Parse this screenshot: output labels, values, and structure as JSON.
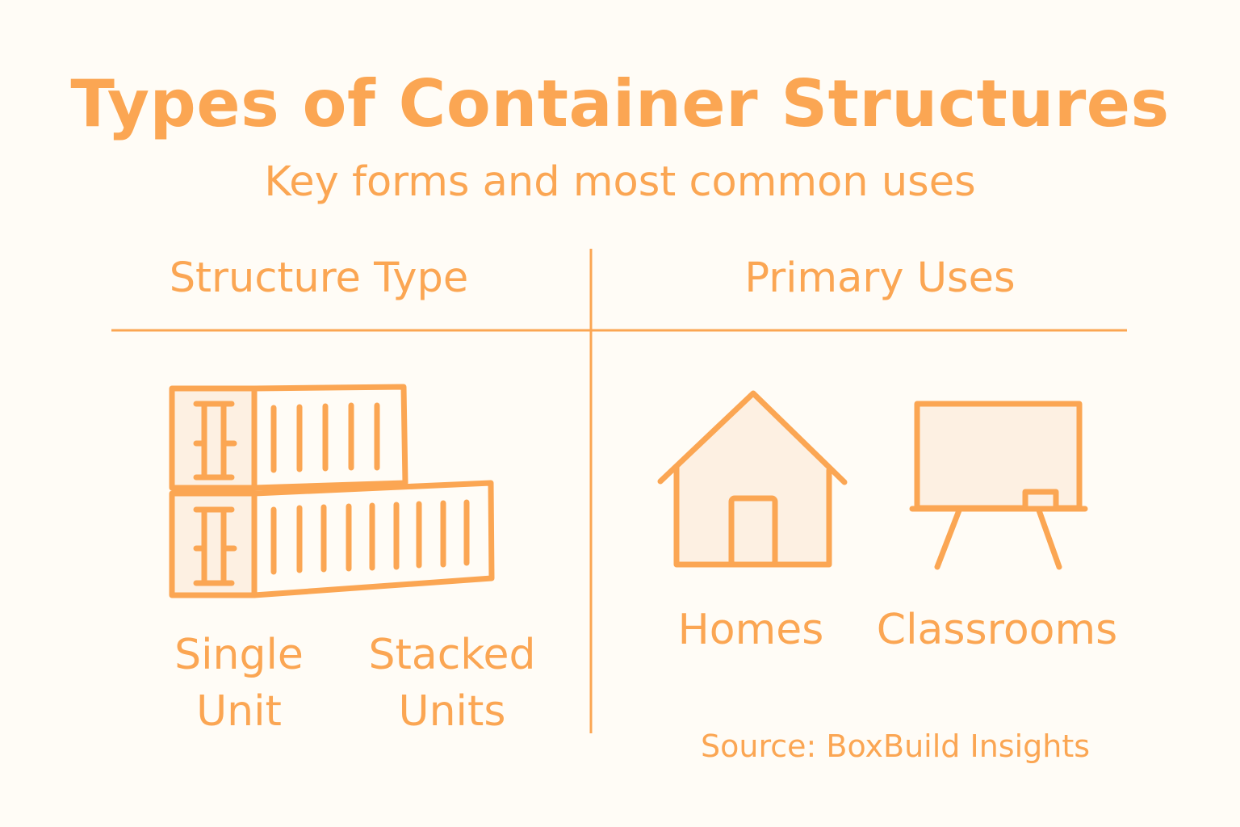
{
  "title": "Types of Container Structures",
  "subtitle": "Key forms and most common uses",
  "columns": {
    "left_header": "Structure Type",
    "right_header": "Primary Uses"
  },
  "structure_types": [
    {
      "label_line1": "Single",
      "label_line2": "Unit",
      "icon": "single-container-icon"
    },
    {
      "label_line1": "Stacked",
      "label_line2": "Units",
      "icon": "stacked-containers-icon"
    }
  ],
  "primary_uses": [
    {
      "label": "Homes",
      "icon": "house-icon"
    },
    {
      "label": "Classrooms",
      "icon": "chalkboard-icon"
    }
  ],
  "source": "Source: BoxBuild Insights",
  "colors": {
    "accent": "#fba653",
    "fill_light": "#fdf0e2",
    "background": "#fffcf6"
  }
}
